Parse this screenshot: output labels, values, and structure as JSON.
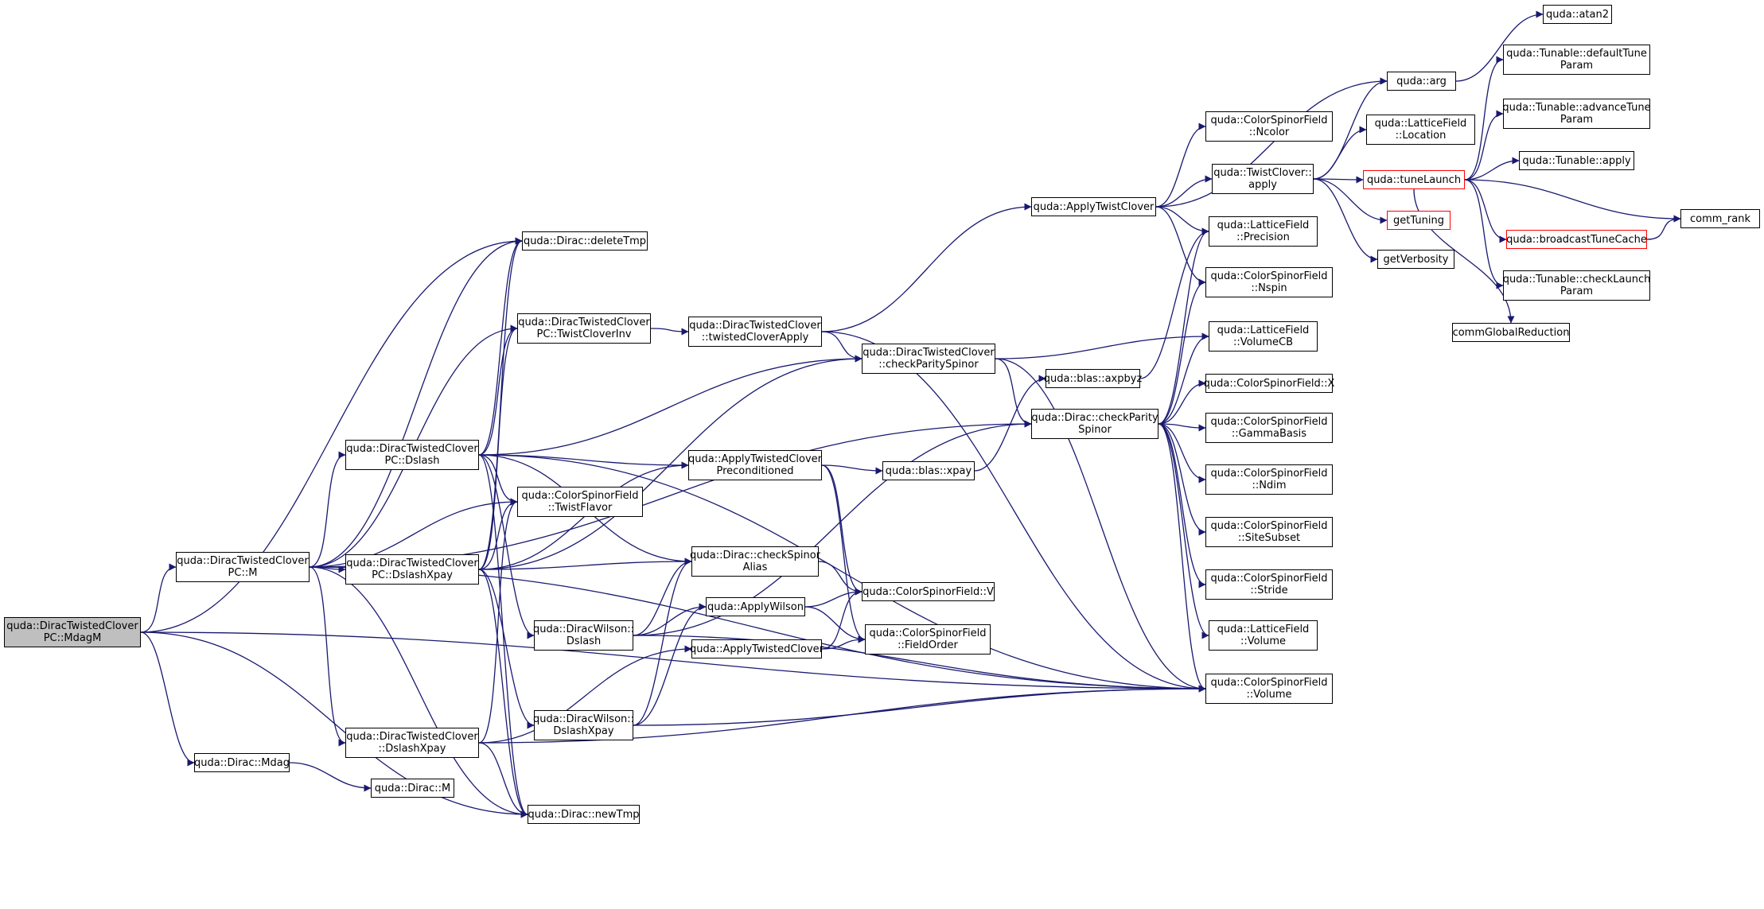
{
  "colors": {
    "edge": "#191970",
    "node_border": "#000000",
    "root_fill": "#bfbfbf",
    "truncated_border": "#ff0000"
  },
  "nodes": [
    {
      "id": "mdagm",
      "lines": [
        "quda::DiracTwistedClover",
        "PC::MdagM"
      ],
      "root": true
    },
    {
      "id": "m",
      "lines": [
        "quda::DiracTwistedClover",
        "PC::M"
      ]
    },
    {
      "id": "mdag",
      "lines": [
        "quda::Dirac::Mdag"
      ]
    },
    {
      "id": "dirac_m",
      "lines": [
        "quda::Dirac::M"
      ]
    },
    {
      "id": "deletetmp",
      "lines": [
        "quda::Dirac::deleteTmp"
      ]
    },
    {
      "id": "newtmp",
      "lines": [
        "quda::Dirac::newTmp"
      ]
    },
    {
      "id": "twistcloverinv",
      "lines": [
        "quda::DiracTwistedClover",
        "PC::TwistCloverInv"
      ]
    },
    {
      "id": "dslash_pc",
      "lines": [
        "quda::DiracTwistedClover",
        "PC::Dslash"
      ]
    },
    {
      "id": "dslashxpay_pc",
      "lines": [
        "quda::DiracTwistedClover",
        "PC::DslashXpay"
      ]
    },
    {
      "id": "dslashxpay_tc",
      "lines": [
        "quda::DiracTwistedClover",
        "::DslashXpay"
      ]
    },
    {
      "id": "twistflavor",
      "lines": [
        "quda::ColorSpinorField",
        "::TwistFlavor"
      ]
    },
    {
      "id": "wilson_dslash",
      "lines": [
        "quda::DiracWilson::",
        "Dslash"
      ]
    },
    {
      "id": "wilson_dslashxpay",
      "lines": [
        "quda::DiracWilson::",
        "DslashXpay"
      ]
    },
    {
      "id": "twistedcloverapply",
      "lines": [
        "quda::DiracTwistedClover",
        "::twistedCloverApply"
      ]
    },
    {
      "id": "applytcp",
      "lines": [
        "quda::ApplyTwistedClover",
        "Preconditioned"
      ]
    },
    {
      "id": "checkspinoralias",
      "lines": [
        "quda::Dirac::checkSpinor",
        "Alias"
      ]
    },
    {
      "id": "applywilson",
      "lines": [
        "quda::ApplyWilson"
      ]
    },
    {
      "id": "applytwistedclover",
      "lines": [
        "quda::ApplyTwistedClover"
      ]
    },
    {
      "id": "tc_checkparity",
      "lines": [
        "quda::DiracTwistedClover",
        "::checkParitySpinor"
      ]
    },
    {
      "id": "csf_v",
      "lines": [
        "quda::ColorSpinorField::V"
      ]
    },
    {
      "id": "csf_fieldorder",
      "lines": [
        "quda::ColorSpinorField",
        "::FieldOrder"
      ]
    },
    {
      "id": "blas_xpay",
      "lines": [
        "quda::blas::xpay"
      ]
    },
    {
      "id": "blas_axpbyz",
      "lines": [
        "quda::blas::axpbyz"
      ]
    },
    {
      "id": "applytwistclover",
      "lines": [
        "quda::ApplyTwistClover"
      ]
    },
    {
      "id": "dirac_checkparity",
      "lines": [
        "quda::Dirac::checkParity",
        "Spinor"
      ]
    },
    {
      "id": "csf_ncolor",
      "lines": [
        "quda::ColorSpinorField",
        "::Ncolor"
      ]
    },
    {
      "id": "twistclover_apply",
      "lines": [
        "quda::TwistClover::",
        "apply"
      ]
    },
    {
      "id": "lf_precision",
      "lines": [
        "quda::LatticeField",
        "::Precision"
      ]
    },
    {
      "id": "csf_nspin",
      "lines": [
        "quda::ColorSpinorField",
        "::Nspin"
      ]
    },
    {
      "id": "lf_volumecb",
      "lines": [
        "quda::LatticeField",
        "::VolumeCB"
      ]
    },
    {
      "id": "csf_x",
      "lines": [
        "quda::ColorSpinorField::X"
      ]
    },
    {
      "id": "csf_gammabasis",
      "lines": [
        "quda::ColorSpinorField",
        "::GammaBasis"
      ]
    },
    {
      "id": "csf_ndim",
      "lines": [
        "quda::ColorSpinorField",
        "::Ndim"
      ]
    },
    {
      "id": "csf_sitesubset",
      "lines": [
        "quda::ColorSpinorField",
        "::SiteSubset"
      ]
    },
    {
      "id": "csf_stride",
      "lines": [
        "quda::ColorSpinorField",
        "::Stride"
      ]
    },
    {
      "id": "lf_volume",
      "lines": [
        "quda::LatticeField",
        "::Volume"
      ]
    },
    {
      "id": "csf_volume",
      "lines": [
        "quda::ColorSpinorField",
        "::Volume"
      ]
    },
    {
      "id": "arg",
      "lines": [
        "quda::arg"
      ]
    },
    {
      "id": "lf_location",
      "lines": [
        "quda::LatticeField",
        "::Location"
      ]
    },
    {
      "id": "tunelaunch",
      "lines": [
        "quda::tuneLaunch"
      ],
      "truncated": true
    },
    {
      "id": "gettuning",
      "lines": [
        "getTuning"
      ],
      "truncated": true
    },
    {
      "id": "getverbosity",
      "lines": [
        "getVerbosity"
      ]
    },
    {
      "id": "atan2",
      "lines": [
        "quda::atan2"
      ]
    },
    {
      "id": "defaulttune",
      "lines": [
        "quda::Tunable::defaultTune",
        "Param"
      ]
    },
    {
      "id": "advancetune",
      "lines": [
        "quda::Tunable::advanceTune",
        "Param"
      ]
    },
    {
      "id": "tunable_apply",
      "lines": [
        "quda::Tunable::apply"
      ]
    },
    {
      "id": "comm_rank",
      "lines": [
        "comm_rank"
      ]
    },
    {
      "id": "broadcasttunecache",
      "lines": [
        "quda::broadcastTuneCache"
      ],
      "truncated": true
    },
    {
      "id": "checklaunch",
      "lines": [
        "quda::Tunable::checkLaunch",
        "Param"
      ]
    },
    {
      "id": "commglobalreduction",
      "lines": [
        "commGlobalReduction"
      ]
    }
  ],
  "edges": [
    [
      "mdagm",
      "m"
    ],
    [
      "mdagm",
      "mdag"
    ],
    [
      "mdagm",
      "deletetmp"
    ],
    [
      "mdagm",
      "newtmp"
    ],
    [
      "mdagm",
      "csf_volume"
    ],
    [
      "mdag",
      "dirac_m"
    ],
    [
      "m",
      "deletetmp"
    ],
    [
      "m",
      "newtmp"
    ],
    [
      "m",
      "twistcloverinv"
    ],
    [
      "m",
      "dslash_pc"
    ],
    [
      "m",
      "dslashxpay_pc"
    ],
    [
      "m",
      "dslashxpay_tc"
    ],
    [
      "m",
      "twistflavor"
    ],
    [
      "m",
      "dirac_checkparity"
    ],
    [
      "m",
      "csf_volume"
    ],
    [
      "dslash_pc",
      "deletetmp"
    ],
    [
      "dslash_pc",
      "newtmp"
    ],
    [
      "dslash_pc",
      "twistcloverinv"
    ],
    [
      "dslash_pc",
      "twistflavor"
    ],
    [
      "dslash_pc",
      "wilson_dslash"
    ],
    [
      "dslash_pc",
      "applytcp"
    ],
    [
      "dslash_pc",
      "checkspinoralias"
    ],
    [
      "dslash_pc",
      "tc_checkparity"
    ],
    [
      "dslash_pc",
      "csf_volume"
    ],
    [
      "dslashxpay_pc",
      "deletetmp"
    ],
    [
      "dslashxpay_pc",
      "newtmp"
    ],
    [
      "dslashxpay_pc",
      "twistcloverinv"
    ],
    [
      "dslashxpay_pc",
      "twistflavor"
    ],
    [
      "dslashxpay_pc",
      "wilson_dslashxpay"
    ],
    [
      "dslashxpay_pc",
      "applytcp"
    ],
    [
      "dslashxpay_pc",
      "checkspinoralias"
    ],
    [
      "dslashxpay_pc",
      "tc_checkparity"
    ],
    [
      "dslashxpay_tc",
      "twistflavor"
    ],
    [
      "dslashxpay_tc",
      "newtmp"
    ],
    [
      "dslashxpay_tc",
      "applytwistedclover"
    ],
    [
      "dslashxpay_tc",
      "csf_volume"
    ],
    [
      "wilson_dslash",
      "checkspinoralias"
    ],
    [
      "wilson_dslash",
      "applywilson"
    ],
    [
      "wilson_dslash",
      "dirac_checkparity"
    ],
    [
      "wilson_dslash",
      "csf_volume"
    ],
    [
      "wilson_dslashxpay",
      "checkspinoralias"
    ],
    [
      "wilson_dslashxpay",
      "applywilson"
    ],
    [
      "wilson_dslashxpay",
      "csf_volume"
    ],
    [
      "twistcloverinv",
      "twistedcloverapply"
    ],
    [
      "twistedcloverapply",
      "applytwistclover"
    ],
    [
      "twistedcloverapply",
      "tc_checkparity"
    ],
    [
      "twistedcloverapply",
      "csf_volume"
    ],
    [
      "applytcp",
      "blas_xpay"
    ],
    [
      "applytcp",
      "csf_v"
    ],
    [
      "applytcp",
      "csf_fieldorder"
    ],
    [
      "checkspinoralias",
      "csf_v"
    ],
    [
      "applywilson",
      "csf_v"
    ],
    [
      "applywilson",
      "csf_fieldorder"
    ],
    [
      "applytwistedclover",
      "csf_v"
    ],
    [
      "applytwistedclover",
      "csf_fieldorder"
    ],
    [
      "tc_checkparity",
      "lf_volumecb"
    ],
    [
      "tc_checkparity",
      "dirac_checkparity"
    ],
    [
      "tc_checkparity",
      "csf_volume"
    ],
    [
      "blas_xpay",
      "blas_axpbyz"
    ],
    [
      "blas_axpbyz",
      "lf_precision"
    ],
    [
      "applytwistclover",
      "arg"
    ],
    [
      "applytwistclover",
      "csf_ncolor"
    ],
    [
      "applytwistclover",
      "twistclover_apply"
    ],
    [
      "applytwistclover",
      "lf_precision"
    ],
    [
      "applytwistclover",
      "csf_nspin"
    ],
    [
      "dirac_checkparity",
      "lf_precision"
    ],
    [
      "dirac_checkparity",
      "csf_nspin"
    ],
    [
      "dirac_checkparity",
      "lf_volumecb"
    ],
    [
      "dirac_checkparity",
      "csf_x"
    ],
    [
      "dirac_checkparity",
      "csf_gammabasis"
    ],
    [
      "dirac_checkparity",
      "csf_ndim"
    ],
    [
      "dirac_checkparity",
      "csf_sitesubset"
    ],
    [
      "dirac_checkparity",
      "csf_stride"
    ],
    [
      "dirac_checkparity",
      "lf_volume"
    ],
    [
      "dirac_checkparity",
      "csf_volume"
    ],
    [
      "twistclover_apply",
      "arg"
    ],
    [
      "twistclover_apply",
      "lf_location"
    ],
    [
      "twistclover_apply",
      "tunelaunch"
    ],
    [
      "twistclover_apply",
      "gettuning"
    ],
    [
      "twistclover_apply",
      "getverbosity"
    ],
    [
      "arg",
      "atan2"
    ],
    [
      "tunelaunch",
      "defaulttune"
    ],
    [
      "tunelaunch",
      "advancetune"
    ],
    [
      "tunelaunch",
      "tunable_apply"
    ],
    [
      "tunelaunch",
      "comm_rank"
    ],
    [
      "tunelaunch",
      "broadcasttunecache"
    ],
    [
      "tunelaunch",
      "checklaunch"
    ],
    [
      "tunelaunch",
      "commglobalreduction"
    ],
    [
      "broadcasttunecache",
      "comm_rank"
    ]
  ]
}
